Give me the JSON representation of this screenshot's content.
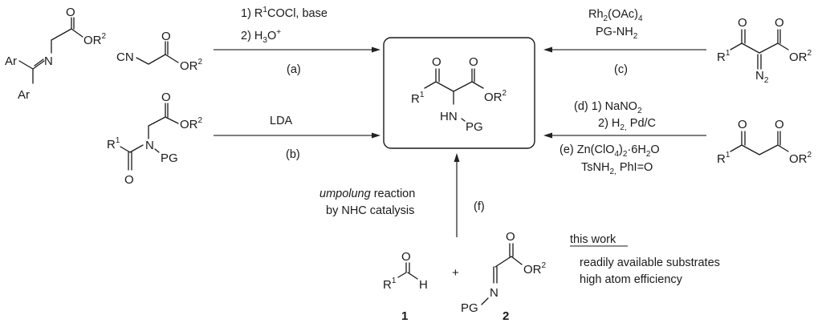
{
  "target": {
    "r1": "R",
    "r1_sup": "1",
    "o": "O",
    "or2": "OR",
    "or2_sup": "2",
    "hn": "HN",
    "pg": "PG"
  },
  "route_a": {
    "substrate1": {
      "ar": "Ar",
      "n": "N",
      "o": "O",
      "or": "OR",
      "sup": "2"
    },
    "substrate2": {
      "cn": "CN",
      "o": "O",
      "or": "OR",
      "sup": "2"
    },
    "cond_line1_pre": "1) R",
    "cond_line1_sup": "1",
    "cond_line1_post": "COCl, base",
    "cond_line2_pre": "2) H",
    "cond_line2_sub": "3",
    "cond_line2_mid": "O",
    "cond_line2_sup": "+",
    "label": "(a)"
  },
  "route_b": {
    "substrate": {
      "r": "R",
      "r_sup": "1",
      "n": "N",
      "pg": "PG",
      "o": "O",
      "or": "OR",
      "sup": "2"
    },
    "reagent": "LDA",
    "label": "(b)"
  },
  "route_c": {
    "substrate": {
      "r": "R",
      "r_sup": "1",
      "o": "O",
      "or": "OR",
      "sup": "2",
      "n": "N",
      "n_sub": "2"
    },
    "cond_line1_pre": "Rh",
    "cond_line1_sub1": "2",
    "cond_line1_mid": "(OAc)",
    "cond_line1_sub2": "4",
    "cond_line2_pre": "PG-NH",
    "cond_line2_sub": "2",
    "label": "(c)"
  },
  "route_de": {
    "substrate": {
      "r": "R",
      "r_sup": "1",
      "o": "O",
      "or": "OR",
      "sup": "2"
    },
    "d_line1_pre": "(d) 1) NaNO",
    "d_line1_sub": "2",
    "d_line2_pre": "2) H",
    "d_line2_sub": "2,",
    "d_line2_post": " Pd/C",
    "e_line1_pre": "(e) Zn(ClO",
    "e_line1_sub1": "4",
    "e_line1_mid": ")",
    "e_line1_sub2": "2",
    "e_line1_mid2": "·6H",
    "e_line1_sub3": "2",
    "e_line1_post": "O",
    "e_line2_pre": "TsNH",
    "e_line2_sub": "2,",
    "e_line2_post": " PhI=O"
  },
  "route_f": {
    "desc_italic": "umpolung",
    "desc_rest": " reaction",
    "desc_line2": "by NHC catalysis",
    "label": "(f)",
    "compound1": {
      "r": "R",
      "r_sup": "1",
      "o": "O",
      "h": "H",
      "number": "1"
    },
    "plus": "+",
    "compound2": {
      "o": "O",
      "or": "OR",
      "sup": "2",
      "n": "N",
      "pg": "PG",
      "number": "2"
    }
  },
  "this_work": {
    "title": "this work",
    "points": [
      "readily available substrates",
      "high atom efficiency"
    ]
  }
}
